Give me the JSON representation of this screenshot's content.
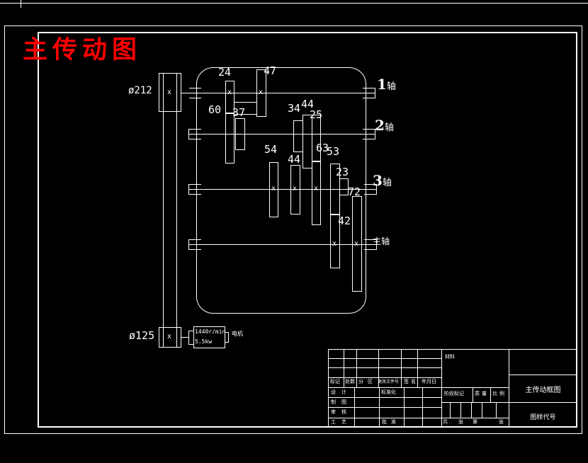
{
  "page_title": "主传动图",
  "colors": {
    "accent_red": "#ff0000",
    "line": "#ffffff",
    "background": "#000000"
  },
  "diagram": {
    "pulley_top_label": "ø212",
    "pulley_bottom_label": "ø125",
    "x_mark": "x",
    "motor": {
      "line1": "1440r/min",
      "line2": "5.5kw",
      "tag": "电机"
    },
    "shafts": [
      {
        "big": "1",
        "small": "轴"
      },
      {
        "big": "2",
        "small": "轴"
      },
      {
        "big": "3",
        "small": "轴"
      },
      {
        "big": "",
        "small": "主轴"
      }
    ],
    "gears": {
      "g24": "24",
      "g47": "47",
      "g60": "60",
      "g37": "37",
      "g34": "34",
      "g44a": "44",
      "g25": "25",
      "g54": "54",
      "g44b": "44",
      "g63": "63",
      "g53": "53",
      "g23": "23",
      "g42": "42",
      "g72": "72"
    }
  },
  "title_block": {
    "rev_header": [
      "标记",
      "处数",
      "分区",
      "更改文件号",
      "签名",
      "年月日"
    ],
    "sign_rows": [
      "设计",
      "制图",
      "审核",
      "工艺"
    ],
    "mid_labels": [
      "标准化",
      "批准"
    ],
    "material": "材料",
    "stage_row": [
      "阶段标记",
      "质量",
      "比例"
    ],
    "sheet_row": [
      "共",
      "张",
      "第",
      "张"
    ],
    "drawing_title": "主传动框图",
    "drawing_code": "图样代号"
  }
}
